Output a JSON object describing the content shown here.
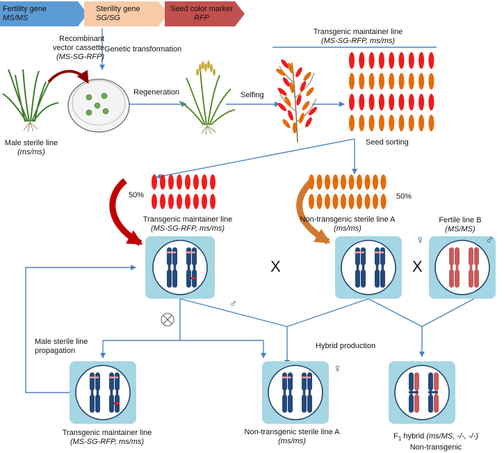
{
  "cassette": {
    "fertility": {
      "name": "Fertility gene",
      "genotype": "MS/MS",
      "color": "#5b9bd5"
    },
    "sterility": {
      "name": "Sterility gene",
      "genotype": "SG/SG",
      "color": "#f8cba8"
    },
    "marker": {
      "name": "Seed color marker",
      "genotype": "RFP",
      "color": "#c0504d"
    }
  },
  "labels": {
    "vector_line1": "Recombinant",
    "vector_line2": "vector cassette",
    "vector_name": "(MS-SG-RFP)",
    "transformation": "Genetic transformation",
    "male_sterile_line": "Male sterile line",
    "male_sterile_genotype": "(ms/ms)",
    "regeneration": "Regeneration",
    "selfing": "Selfing",
    "maintainer_top": "Transgenic  maintainer line",
    "maintainer_top_genotype": "(MS-SG-RFP, ms/ms)",
    "seed_sorting": "Seed sorting",
    "pct_left": "50%",
    "pct_right": "50%",
    "maintainer_mid": "Transgenic  maintainer line",
    "maintainer_mid_genotype": "(MS-SG-RFP, ms/ms)",
    "nontransgenic_mid": "Non-transgenic sterile line A",
    "nontransgenic_mid_genotype": "(ms/ms)",
    "fertile_b": "Fertile  line B",
    "fertile_b_genotype": "(MS/MS)",
    "cross1": "X",
    "cross2": "X",
    "propagation_line1": "Male sterile line",
    "propagation_line2": "propagation",
    "hybrid_production": "Hybrid production",
    "maintainer_bottom": "Transgenic  maintainer line",
    "maintainer_bottom_genotype": "(MS-SG-RFP, ms/ms)",
    "nontransgenic_bottom": "Non-transgenic sterile line A",
    "nontransgenic_bottom_genotype": "(ms/ms)",
    "f1_prefix": "F",
    "f1_sub": "1",
    "f1_hybrid": " hybrid ",
    "f1_genotype": "(ms/MS, -/-, -/-)",
    "f1_note": "Non-transgenic",
    "female_symbol": "♀",
    "male_symbol": "♂",
    "self_symbol": "⊗"
  },
  "colors": {
    "arrow": "#4f81bd",
    "box": "#a5d6e3",
    "chrom_blue": "#24497a",
    "chrom_red": "#c65b5b",
    "seed_red": "#ee1c1c",
    "seed_orange": "#e46c0a",
    "curve_red": "#c00000",
    "curve_orange": "#d0782f",
    "dish_seed": "#6aa84f"
  }
}
